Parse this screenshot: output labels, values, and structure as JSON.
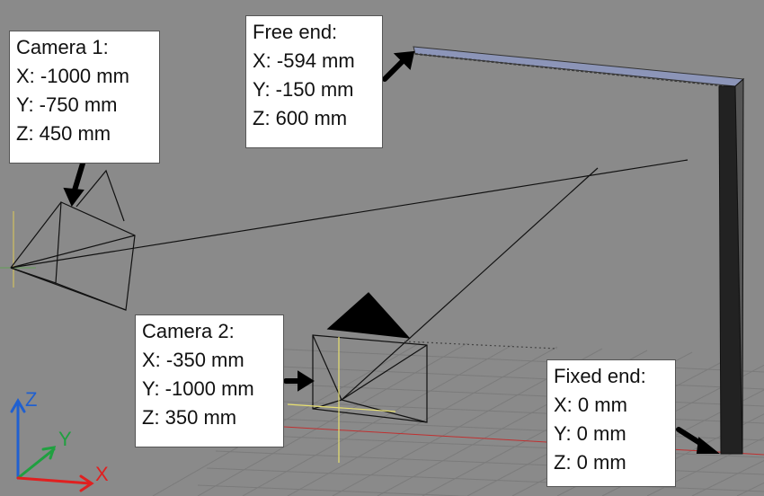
{
  "callouts": {
    "camera1": {
      "title": "Camera 1:",
      "x": "X: -1000 mm",
      "y": "Y: -750 mm",
      "z": "Z: 450 mm"
    },
    "free_end": {
      "title": "Free end:",
      "x": "X: -594 mm",
      "y": "Y: -150 mm",
      "z": "Z: 600 mm"
    },
    "camera2": {
      "title": "Camera 2:",
      "x": "X: -350 mm",
      "y": "Y: -1000 mm",
      "z": "Z: 350 mm"
    },
    "fixed_end": {
      "title": "Fixed end:",
      "x": "X: 0 mm",
      "y": "Y: 0 mm",
      "z": "Z: 0 mm"
    }
  },
  "axes": {
    "x": "X",
    "y": "Y",
    "z": "Z"
  },
  "colors": {
    "background": "#8a8a8a",
    "grid": "#7a7a7a",
    "x_axis": "#e02020",
    "y_axis": "#20a040",
    "z_axis": "#2060d0",
    "beam_top": "#8c95b8",
    "column": "#222222",
    "wire": "#111111",
    "camera2_crosshair": "#e8e070"
  }
}
